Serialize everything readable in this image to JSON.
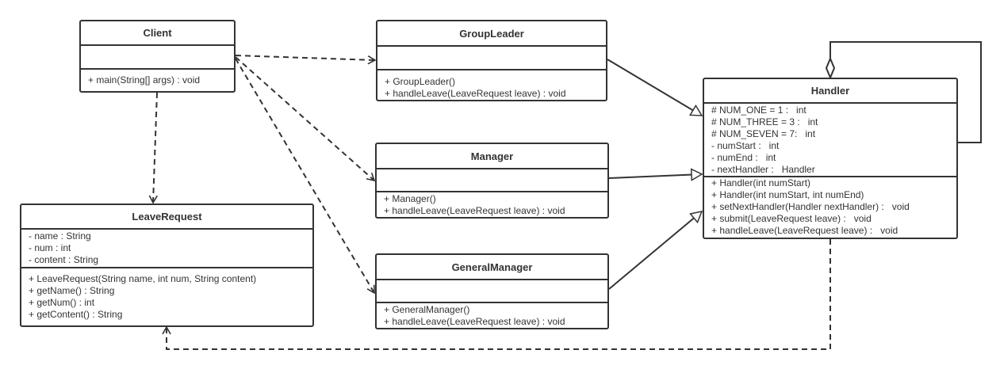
{
  "classes": {
    "client": {
      "name": "Client",
      "attributes": [],
      "methods": [
        "+ main(String[] args) : void"
      ]
    },
    "groupLeader": {
      "name": "GroupLeader",
      "attributes": [],
      "methods": [
        "+ GroupLeader()",
        "+ handleLeave(LeaveRequest leave) : void"
      ]
    },
    "manager": {
      "name": "Manager",
      "attributes": [],
      "methods": [
        "+ Manager()",
        "+ handleLeave(LeaveRequest leave) : void"
      ]
    },
    "generalManager": {
      "name": "GeneralManager",
      "attributes": [],
      "methods": [
        "+ GeneralManager()",
        "+ handleLeave(LeaveRequest leave) : void"
      ]
    },
    "leaveRequest": {
      "name": "LeaveRequest",
      "attributes": [
        "- name : String",
        "- num : int",
        "- content : String"
      ],
      "methods": [
        "+ LeaveRequest(String name, int num, String content)",
        "+ getName() : String",
        "+ getNum() : int",
        "+ getContent() : String"
      ]
    },
    "handler": {
      "name": "Handler",
      "attributes": [
        "# NUM_ONE = 1 :   int",
        "# NUM_THREE = 3 :   int",
        "# NUM_SEVEN = 7:   int",
        "- numStart :   int",
        "- numEnd :   int",
        "- nextHandler :   Handler"
      ],
      "methods": [
        "+ Handler(int numStart)",
        "+ Handler(int numStart, int numEnd)",
        "+ setNextHandler(Handler nextHandler) :   void",
        "+ submit(LeaveRequest leave) :   void",
        "+ handleLeave(LeaveRequest leave) :   void"
      ]
    }
  },
  "relations": [
    {
      "type": "dependency",
      "from": "Client",
      "to": "GroupLeader"
    },
    {
      "type": "dependency",
      "from": "Client",
      "to": "Manager"
    },
    {
      "type": "dependency",
      "from": "Client",
      "to": "GeneralManager"
    },
    {
      "type": "dependency",
      "from": "Client",
      "to": "LeaveRequest"
    },
    {
      "type": "dependency",
      "from": "Handler",
      "to": "LeaveRequest"
    },
    {
      "type": "generalization",
      "from": "GroupLeader",
      "to": "Handler"
    },
    {
      "type": "generalization",
      "from": "Manager",
      "to": "Handler"
    },
    {
      "type": "generalization",
      "from": "GeneralManager",
      "to": "Handler"
    },
    {
      "type": "aggregation",
      "from": "Handler",
      "to": "Handler"
    }
  ],
  "colors": {
    "line": "#333333",
    "background": "#ffffff"
  }
}
